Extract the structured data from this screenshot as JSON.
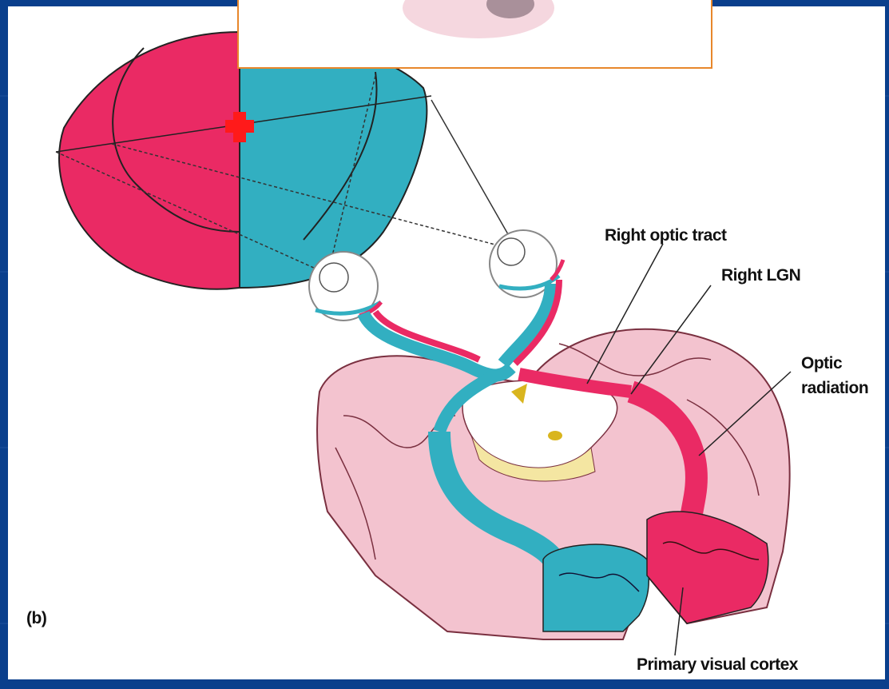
{
  "labels": {
    "right_optic_tract": "Right optic tract",
    "right_lgn": "Right LGN",
    "optic_radiation_line1": "Optic",
    "optic_radiation_line2": "radiation",
    "primary_visual_cortex": "Primary visual cortex",
    "panel_label": "(b)"
  },
  "colors": {
    "left_field": "#ea2a64",
    "right_field": "#32afc1",
    "brain_tissue": "#f3c3cf",
    "thalamus": "#f4e6a2",
    "accent_border": "#e8872b",
    "background": "#0a3f8c"
  }
}
